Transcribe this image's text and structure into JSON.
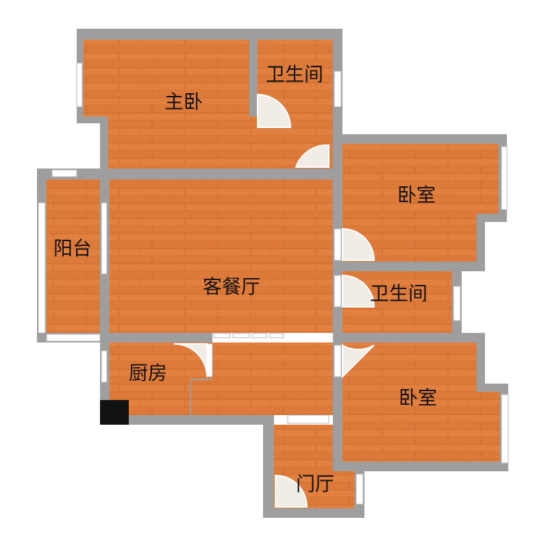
{
  "rooms": {
    "master_bedroom": "主卧",
    "master_bathroom": "卫生间",
    "bedroom_1": "卧室",
    "balcony": "阳台",
    "living_dining": "客餐厅",
    "bathroom_2": "卫生间",
    "kitchen": "厨房",
    "bedroom_2": "卧室",
    "entrance": "门厅"
  },
  "colors": {
    "floor": "#e2803f",
    "floor_dark": "#c9692d",
    "wall": "#9e9e9e",
    "window": "#ffffff",
    "column": "#111111",
    "door_swing": "#f2ece6"
  }
}
